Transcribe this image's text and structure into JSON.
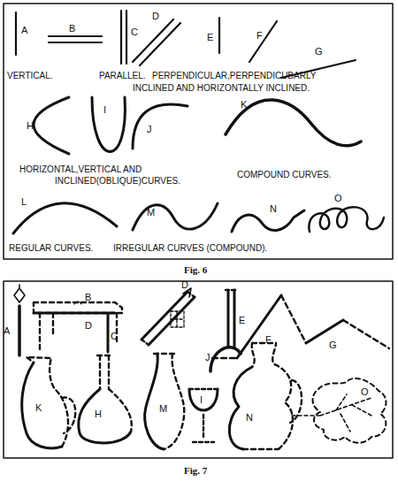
{
  "diagram": {
    "labels": [
      "A",
      "B",
      "C",
      "D",
      "E",
      "F",
      "G",
      "VERTICAL.",
      "PARALLEL.",
      "PERPENDICULAR,PERPENDICUBARLY",
      "INCLINED AND HORIZONTALLY INCLINED.",
      "H",
      "I",
      "J",
      "K",
      "HORIZONTAL,VERTICAL AND",
      "INCLINED(OBLIQUE)CURVES.",
      "COMPOUND CURVES.",
      "L",
      "M",
      "N",
      "O",
      "REGULAR CURVES.",
      "IRREGULAR CURVES (COMPOUND).",
      "Fig. 6",
      "A",
      "B",
      "D",
      "C",
      "D",
      "E",
      "F",
      "G",
      "K",
      "H",
      "M",
      "I",
      "J",
      "N",
      "O",
      "Fig. 7"
    ]
  }
}
